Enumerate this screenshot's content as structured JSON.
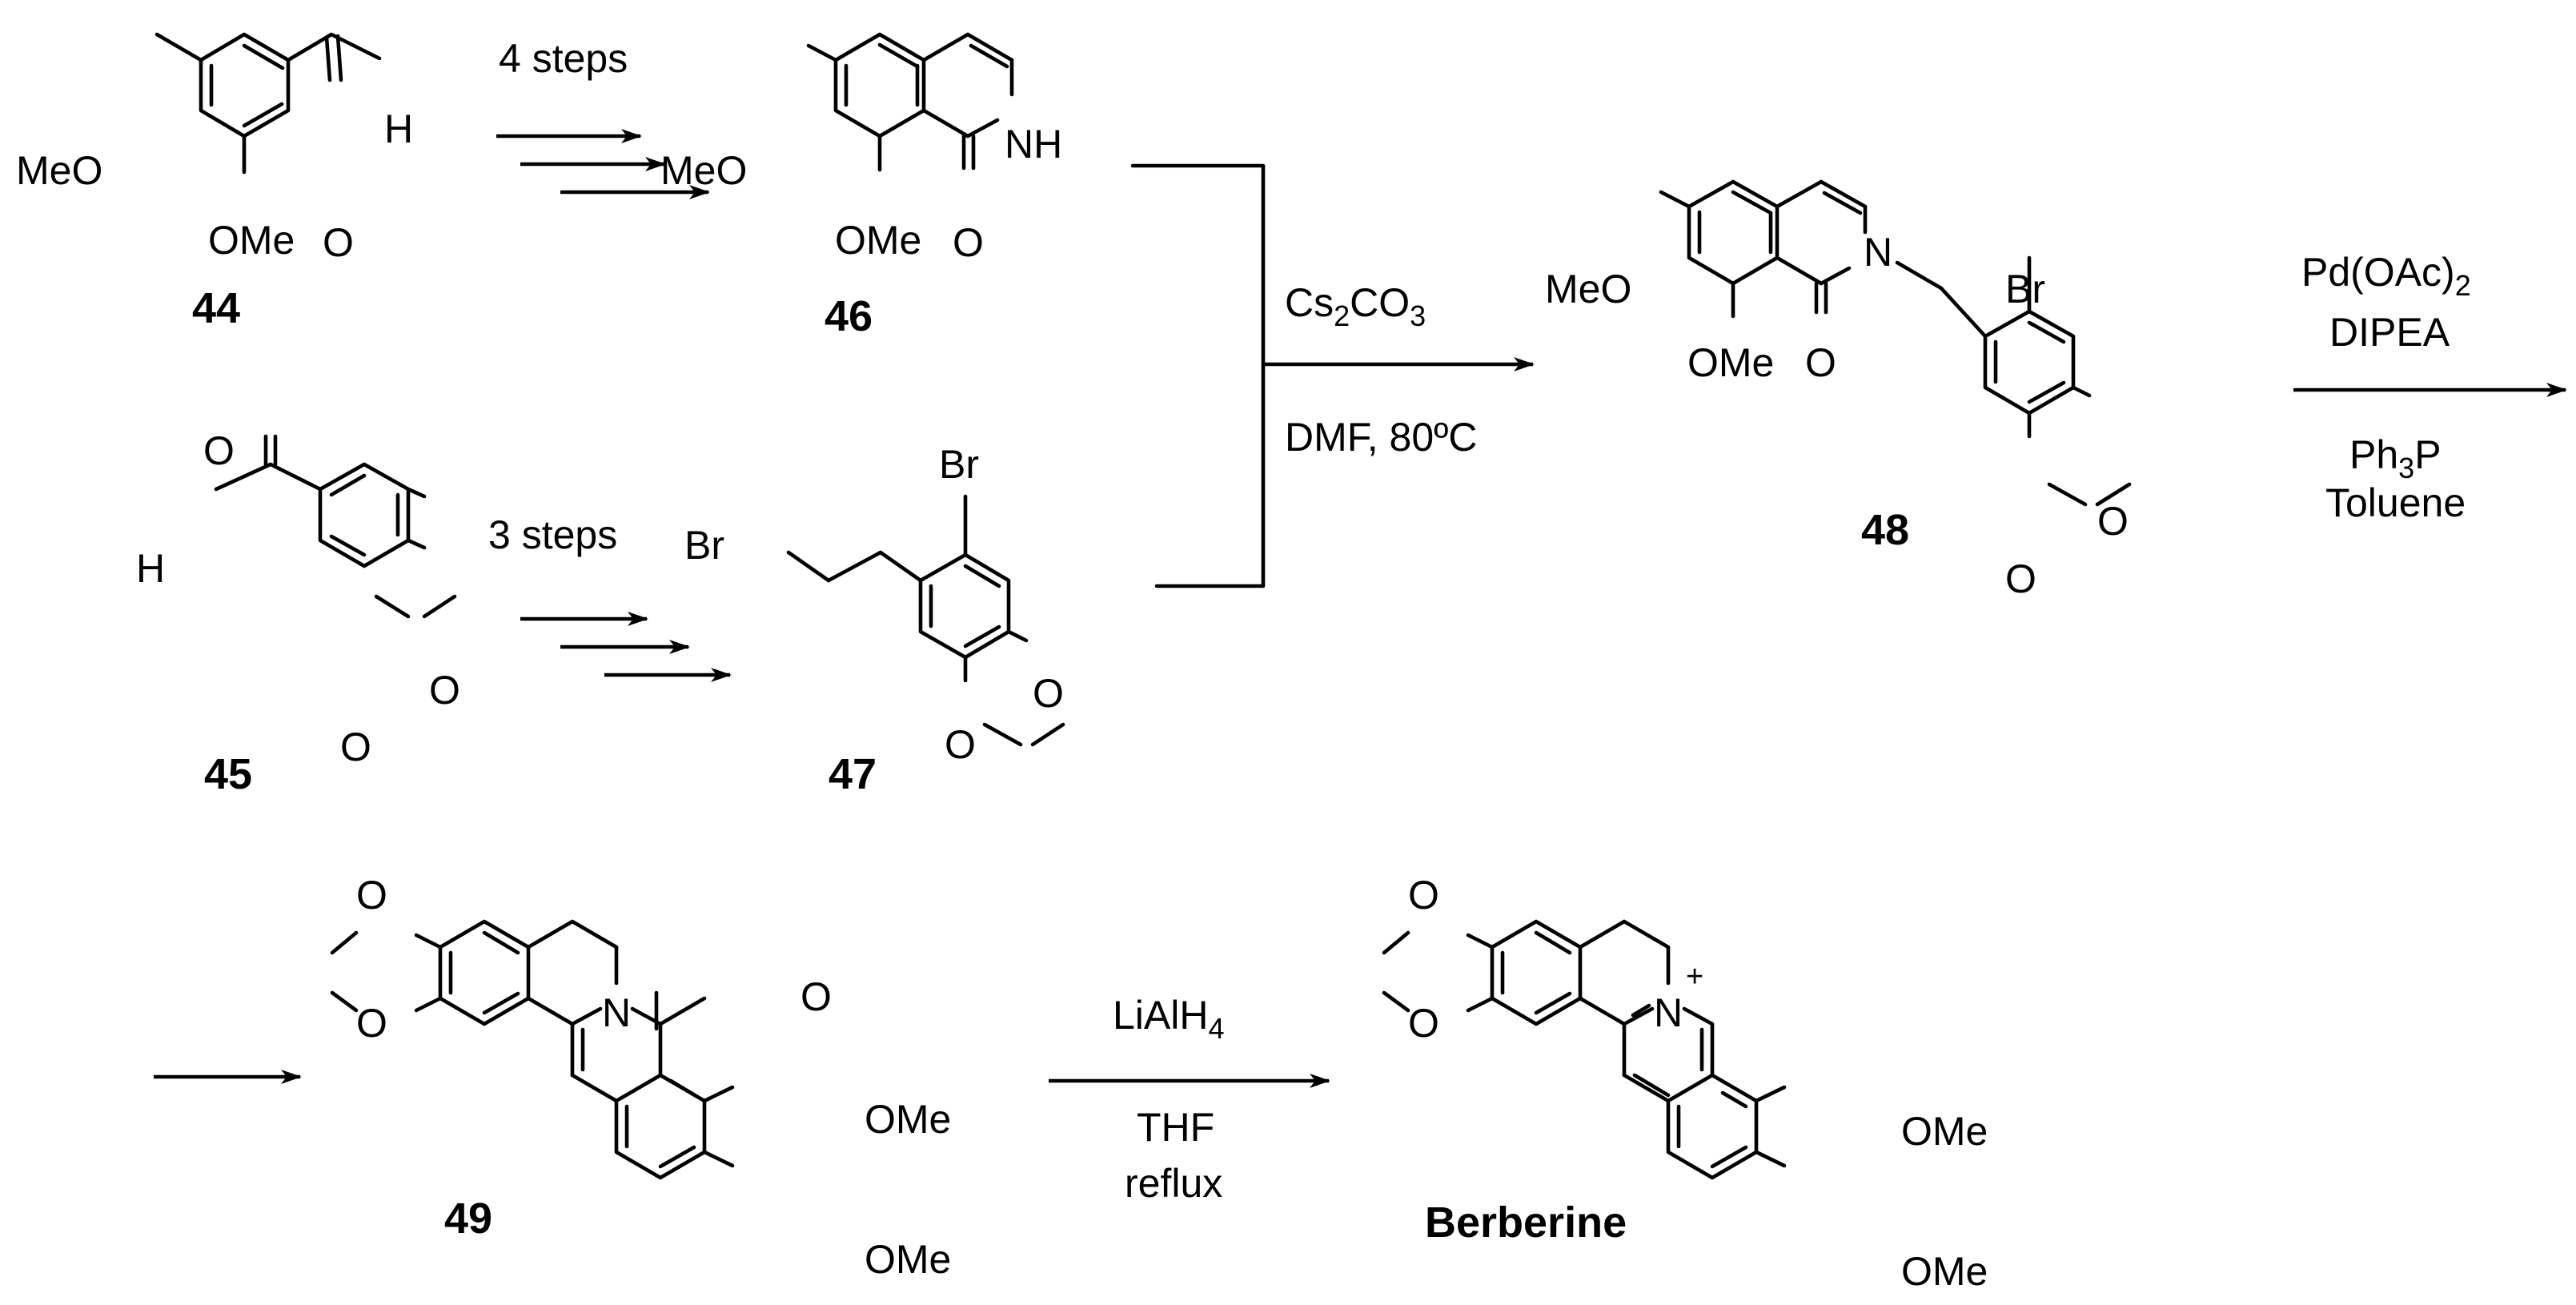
{
  "atoms": {
    "meo": "MeO",
    "ome": "OMe",
    "h": "H",
    "o": "O",
    "nh": "NH",
    "n": "N",
    "br": "Br",
    "plus": "+"
  },
  "compounds": {
    "c44": "44",
    "c45": "45",
    "c46": "46",
    "c47": "47",
    "c48": "48",
    "c49": "49",
    "berberine": "Berberine"
  },
  "conditions": {
    "step_a": "4 steps",
    "step_b": "3 steps",
    "coupling_base": {
      "main": "Cs",
      "sub1": "2",
      "mid": "CO",
      "sub2": "3"
    },
    "coupling_solvent": "DMF,  80ºC",
    "heck_catalyst": {
      "main": "Pd(OAc)",
      "sub": "2"
    },
    "heck_base": "DIPEA",
    "heck_ligand": {
      "main": "Ph",
      "sub": "3",
      "tail": "P"
    },
    "heck_solvent": "Toluene",
    "reduction_reagent": {
      "main": "LiAlH",
      "sub": "4"
    },
    "reduction_solvent": "THF",
    "reduction_condition": "reflux"
  }
}
